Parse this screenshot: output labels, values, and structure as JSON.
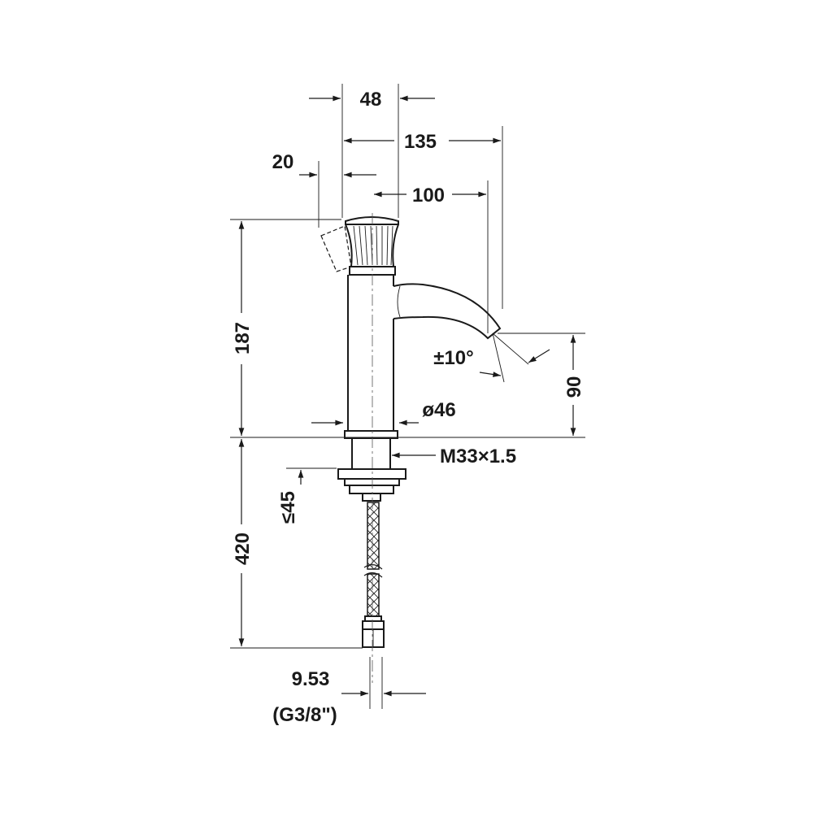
{
  "dimensions": {
    "width_48": "48",
    "width_135": "135",
    "width_20": "20",
    "width_100": "100",
    "height_187": "187",
    "angle": "±10°",
    "diameter": "ø46",
    "height_90": "90",
    "thread": "M33×1.5",
    "max_45": "≤45",
    "height_420": "420",
    "hose_size": "9.53",
    "hose_thread": "(G3/8\")"
  },
  "colors": {
    "line": "#1a1a1a",
    "background": "#ffffff"
  }
}
